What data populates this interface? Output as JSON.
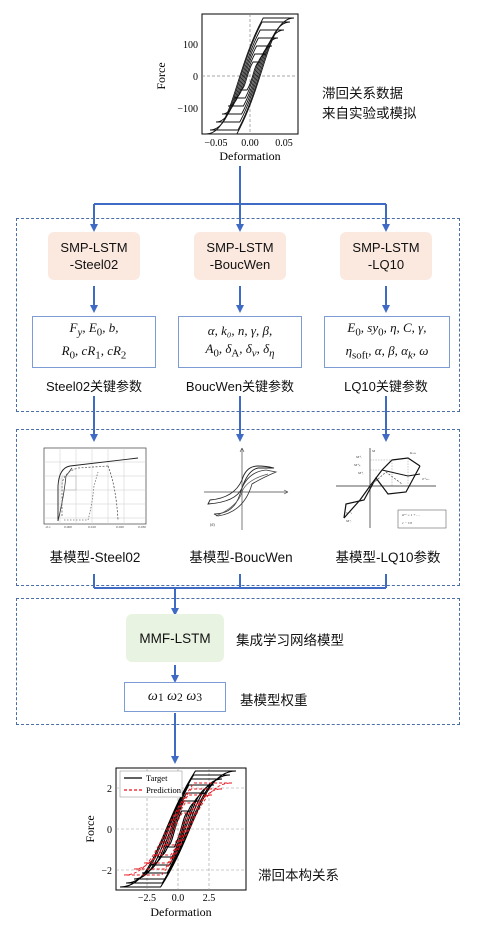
{
  "top_plot": {
    "ylabel": "Force",
    "xlabel": "Deformation",
    "yticks": [
      "100",
      "0",
      "−100"
    ],
    "xticks": [
      "−0.05",
      "0.00",
      "0.05"
    ]
  },
  "top_desc": [
    "滞回关系数据",
    "来自实验或模拟"
  ],
  "submodels": [
    {
      "line1": "SMP-LSTM",
      "line2": "-Steel02",
      "caption": "Steel02关键参数",
      "base_caption": "基模型-Steel02"
    },
    {
      "line1": "SMP-LSTM",
      "line2": "-BoucWen",
      "caption": "BoucWen关键参数",
      "base_caption": "基模型-BoucWen"
    },
    {
      "line1": "SMP-LSTM",
      "line2": "-LQ10",
      "caption": "LQ10关键参数",
      "base_caption": "基模型-LQ10参数"
    }
  ],
  "params_steel02": {
    "l1": [
      "F",
      "y",
      ", E",
      "0",
      ", b,"
    ],
    "l2": [
      "R",
      "0",
      ", cR",
      "1",
      ", cR",
      "2"
    ]
  },
  "params_boucwen": {
    "l1": "α, k₀, n, γ, β,",
    "l2": [
      "A",
      "0",
      ", δ",
      "A",
      ", δ",
      "ν",
      ", δ",
      "η"
    ]
  },
  "params_lq10": {
    "l1": [
      "E",
      "0",
      ", sy",
      "0",
      ", η, C, γ,"
    ],
    "l2": [
      "η",
      "soft",
      ", α, β, α",
      "k",
      ", ω"
    ]
  },
  "mmf": {
    "label": "MMF-LSTM",
    "desc": "集成学习网络模型"
  },
  "weights": {
    "symbols": [
      "ω",
      "1",
      "ω",
      "2",
      "ω",
      "3"
    ],
    "desc": "基模型权重"
  },
  "bottom_plot": {
    "ylabel": "Force",
    "xlabel": "Deformation",
    "yticks": [
      "2",
      "0",
      "−2"
    ],
    "xticks": [
      "−2.5",
      "0.0",
      "2.5"
    ],
    "legend": [
      "Target",
      "Prediction"
    ],
    "colors": {
      "target": "#000000",
      "prediction": "#e8121a"
    }
  },
  "bottom_desc": "滞回本构关系",
  "colors": {
    "arrow": "#3f6bc4",
    "dash": "#4a6fa8",
    "smp_fill": "#fbe9e0",
    "mmf_fill": "#e9f3e2",
    "param_border": "#7d9bd4"
  }
}
